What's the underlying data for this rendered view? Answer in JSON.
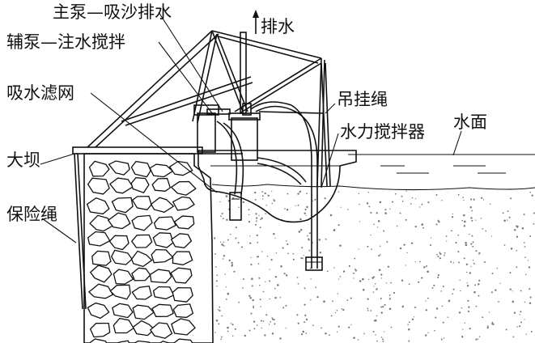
{
  "labels": {
    "main_pump": "主泵—吸沙排水",
    "aux_pump": "辅泵—注水搅拌",
    "drain": "排水",
    "suction_screen": "吸水滤网",
    "hanging_rope": "吊挂绳",
    "water_surface": "水面",
    "hydraulic_agitator": "水力搅拌器",
    "dam": "大坝",
    "safety_rope": "保险绳"
  }
}
